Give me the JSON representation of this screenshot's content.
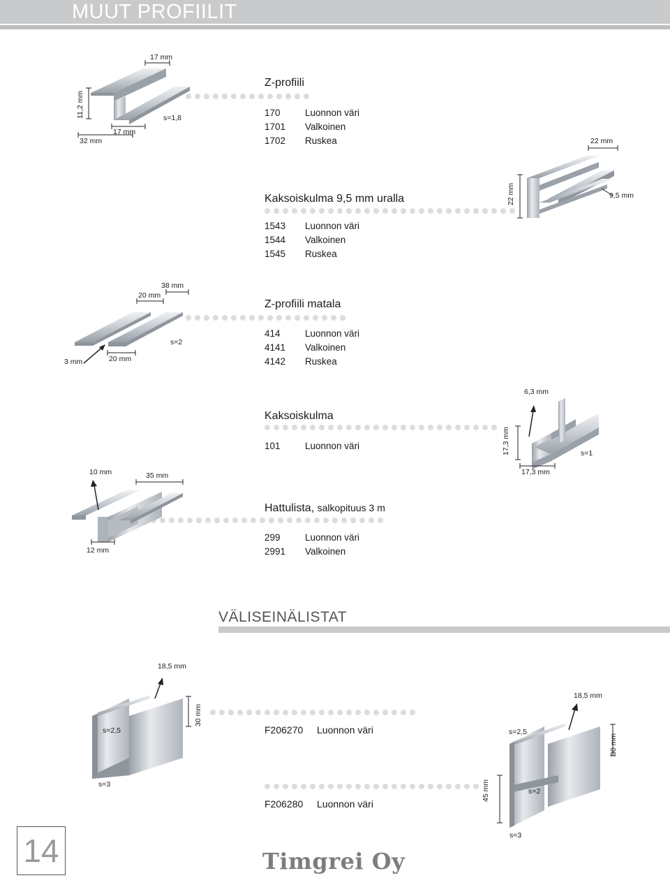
{
  "header": {
    "title": "MUUT PROFIILIT"
  },
  "products": [
    {
      "title": "Z-profiili",
      "rows": [
        {
          "code": "170",
          "color": "Luonnon väri"
        },
        {
          "code": "1701",
          "color": "Valkoinen"
        },
        {
          "code": "1702",
          "color": "Ruskea"
        }
      ],
      "dims": [
        "17 mm",
        "11,2 mm",
        "32 mm",
        "17 mm",
        "s=1,8",
        "22 mm"
      ]
    },
    {
      "title": "Kaksoiskulma 9,5 mm uralla",
      "rows": [
        {
          "code": "1543",
          "color": "Luonnon väri"
        },
        {
          "code": "1544",
          "color": "Valkoinen"
        },
        {
          "code": "1545",
          "color": "Ruskea"
        }
      ],
      "dims": [
        "22 mm",
        "9,5 mm"
      ]
    },
    {
      "title": "Z-profiili matala",
      "rows": [
        {
          "code": "414",
          "color": "Luonnon väri"
        },
        {
          "code": "4141",
          "color": "Valkoinen"
        },
        {
          "code": "4142",
          "color": "Ruskea"
        }
      ],
      "dims": [
        "38 mm",
        "20 mm",
        "s=2",
        "3 mm",
        "20 mm"
      ]
    },
    {
      "title": "Kaksoiskulma",
      "rows": [
        {
          "code": "101",
          "color": "Luonnon väri"
        }
      ],
      "dims": [
        "6,3 mm",
        "17,3 mm",
        "s=1",
        "17,3 mm"
      ]
    },
    {
      "title": "Hattulista,",
      "title_suffix": "salkopituus 3 m",
      "rows": [
        {
          "code": "299",
          "color": "Luonnon väri"
        },
        {
          "code": "2991",
          "color": "Valkoinen"
        }
      ],
      "dims": [
        "10 mm",
        "35 mm",
        "12 mm"
      ]
    }
  ],
  "section": {
    "title": "VÄLISEINÄLISTAT"
  },
  "partitions": [
    {
      "code": "F206270",
      "color": "Luonnon väri",
      "dims": [
        "18,5 mm",
        "30 mm",
        "s=2,5",
        "s=3"
      ]
    },
    {
      "code": "F206280",
      "color": "Luonnon väri",
      "dims": [
        "18,5 mm",
        "30 mm",
        "s=2,5",
        "s=2",
        "45 mm",
        "s=3"
      ]
    }
  ],
  "footer": {
    "page_number": "14",
    "logo": "Timgrei Oy"
  },
  "colors": {
    "header_gray": "#c9cacc",
    "dot_gray": "#dcdcdd",
    "profile_light": "#d8dadd",
    "profile_dark": "#8a9098"
  }
}
